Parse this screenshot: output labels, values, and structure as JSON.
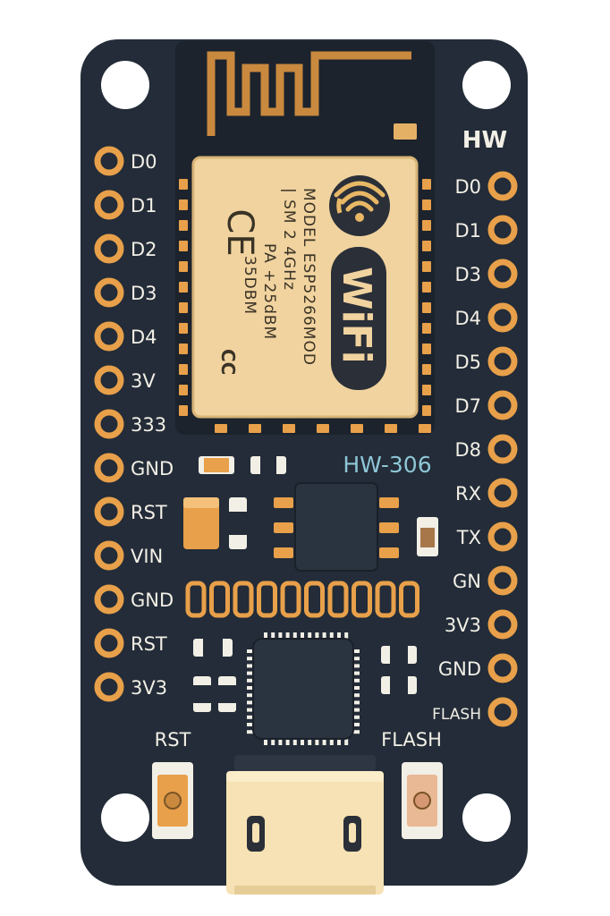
{
  "colors": {
    "board": "#232c38",
    "module_shield": "#f1d39f",
    "pin_ring": "#e8a04a",
    "label_text": "#f2efe6",
    "model_text": "#8ec6d6",
    "chip": "#2a3340"
  },
  "board": {
    "top_right_label": "HW",
    "model_label": "HW-306"
  },
  "left_pins": [
    "D0",
    "D1",
    "D2",
    "D3",
    "D4",
    "3V",
    "333",
    "GND",
    "RST",
    "VIN",
    "GND",
    "RST",
    "3V3"
  ],
  "right_pins": [
    "D0",
    "D1",
    "D3",
    "D4",
    "D5",
    "D7",
    "D8",
    "RX",
    "TX",
    "GN",
    "3V3",
    "GND",
    "FLASH"
  ],
  "module": {
    "ce_mark": "CE",
    "text_line1": "MODEL ESP5266MOD",
    "text_line2": "| SM 2 4GHz",
    "text_line3": "PA +25dBM",
    "text_line4": "35DBM",
    "cc_mark": "CC",
    "wifi_logo": "WiFi",
    "wifi_icon": "wifi-signal-icon"
  },
  "buttons": {
    "rst_label": "RST",
    "flash_label": "FLASH"
  }
}
